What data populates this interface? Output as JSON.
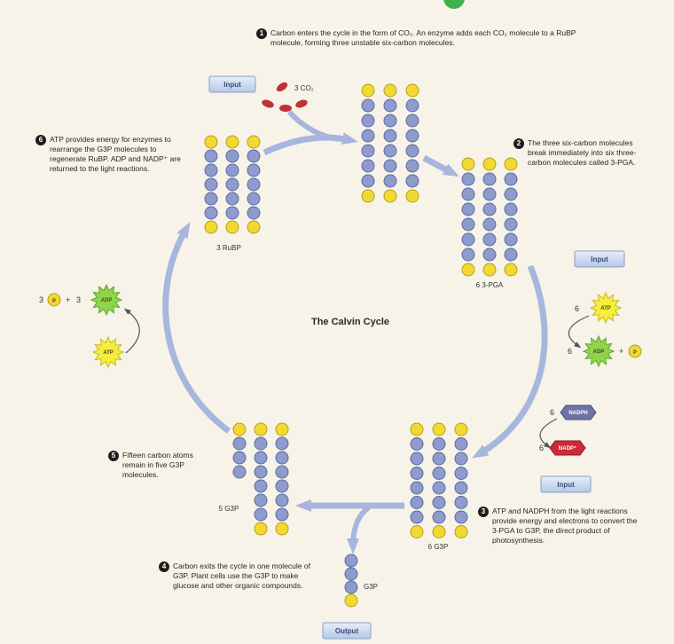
{
  "diagram_title": "The Calvin Cycle",
  "steps": [
    {
      "num": "1",
      "text": "Carbon enters the cycle in the form of CO₂. An enzyme adds each CO₂ molecule to a RuBP molecule, forming three unstable six-carbon molecules."
    },
    {
      "num": "2",
      "text": "The three six-carbon molecules break immediately into six three-carbon molecules called 3-PGA."
    },
    {
      "num": "3",
      "text": "ATP and NADPH from the light reactions provide energy and electrons to convert the 3-PGA to G3P, the direct product of photosynthesis."
    },
    {
      "num": "4",
      "text": "Carbon exits the cycle in one molecule of G3P. Plant cells use the G3P to make glucose and other organic compounds."
    },
    {
      "num": "5",
      "text": "Fifteen carbon atoms remain in five G3P molecules."
    },
    {
      "num": "6",
      "text": "ATP provides energy for enzymes to rearrange the G3P molecules to regenerate RuBP. ADP and NADP⁺ are returned to the light reactions."
    }
  ],
  "molecules": {
    "rubp_label": "3 RuBP",
    "pga_label": "6 3-PGA",
    "g3p6_label": "6 G3P",
    "g3p5_label": "5 G3P",
    "g3p_out_label": "G3P"
  },
  "co2_input": {
    "box": "Input",
    "label": "3 CO₂"
  },
  "left_regen": {
    "pi_coef": "3",
    "pi": "P",
    "plus": "+",
    "adp_coef": "3",
    "adp": "ADP",
    "atp": "ATP"
  },
  "atp_input": {
    "box": "Input",
    "atp_coef": "6",
    "atp": "ATP",
    "adp_coef": "6",
    "adp": "ADP",
    "plus": "+",
    "pi": "P"
  },
  "nadph_input": {
    "box": "Input",
    "nadph_coef": "6",
    "nadph": "NADPH",
    "nadp_coef": "6",
    "nadp": "NADP⁺"
  },
  "output": {
    "box": "Output"
  },
  "colors": {
    "background": "#f7f3e8",
    "cycle_arrow": "#a7b6dd",
    "phosphate": "#f1d833",
    "carbon": "#8e9bcc",
    "atp": "#f5ee3c",
    "adp": "#8fd44b",
    "nadph": "#6c74a6",
    "nadp": "#cc2a38"
  }
}
